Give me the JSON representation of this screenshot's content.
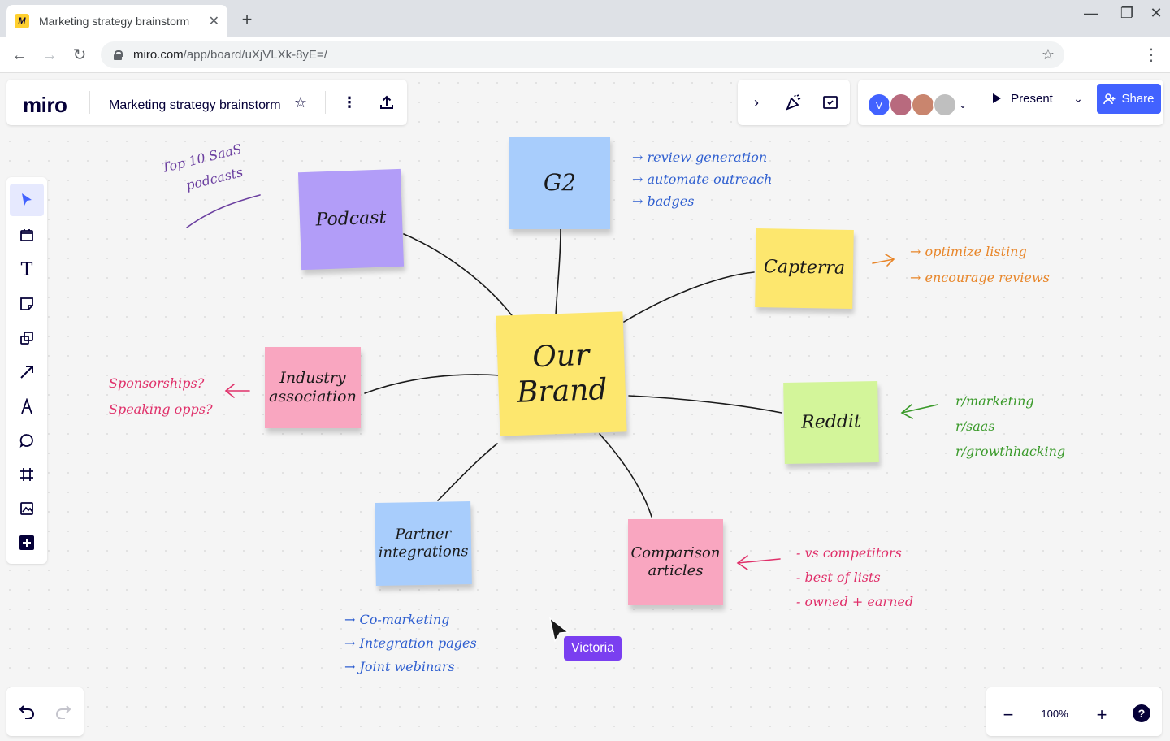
{
  "browser": {
    "tab_title": "Marketing strategy brainstorm",
    "url_host": "miro.com",
    "url_path": "/app/board/uXjVLXk-8yE=/"
  },
  "app": {
    "logo": "miro",
    "board_title": "Marketing strategy brainstorm",
    "present_label": "Present",
    "share_label": "Share",
    "avatar_initial": "V",
    "zoom_level": "100%",
    "help_label": "?",
    "accent_color": "#4262ff"
  },
  "board": {
    "center": [
      "Our",
      "Brand"
    ],
    "stickies": {
      "g2": "G2",
      "podcast": "Podcast",
      "capterra": "Capterra",
      "industry": [
        "Industry",
        "association"
      ],
      "reddit": "Reddit",
      "partner": [
        "Partner",
        "integrations"
      ],
      "comparison": [
        "Comparison",
        "articles"
      ]
    },
    "notes": {
      "podcast": [
        "Top 10 SaaS",
        "podcasts"
      ],
      "g2": [
        "→ review generation",
        "→ automate outreach",
        "→ badges"
      ],
      "capterra": [
        "→ optimize listing",
        "→ encourage reviews"
      ],
      "industry": [
        "Sponsorships?",
        "Speaking opps?"
      ],
      "reddit": [
        "r/marketing",
        "r/saas",
        "r/growthhacking"
      ],
      "comparison": [
        "- vs competitors",
        "- best of lists",
        "- owned + earned"
      ],
      "partner": [
        "→ Co-marketing",
        "→ Integration pages",
        "→ Joint webinars"
      ]
    },
    "cursor_name": "Victoria"
  }
}
